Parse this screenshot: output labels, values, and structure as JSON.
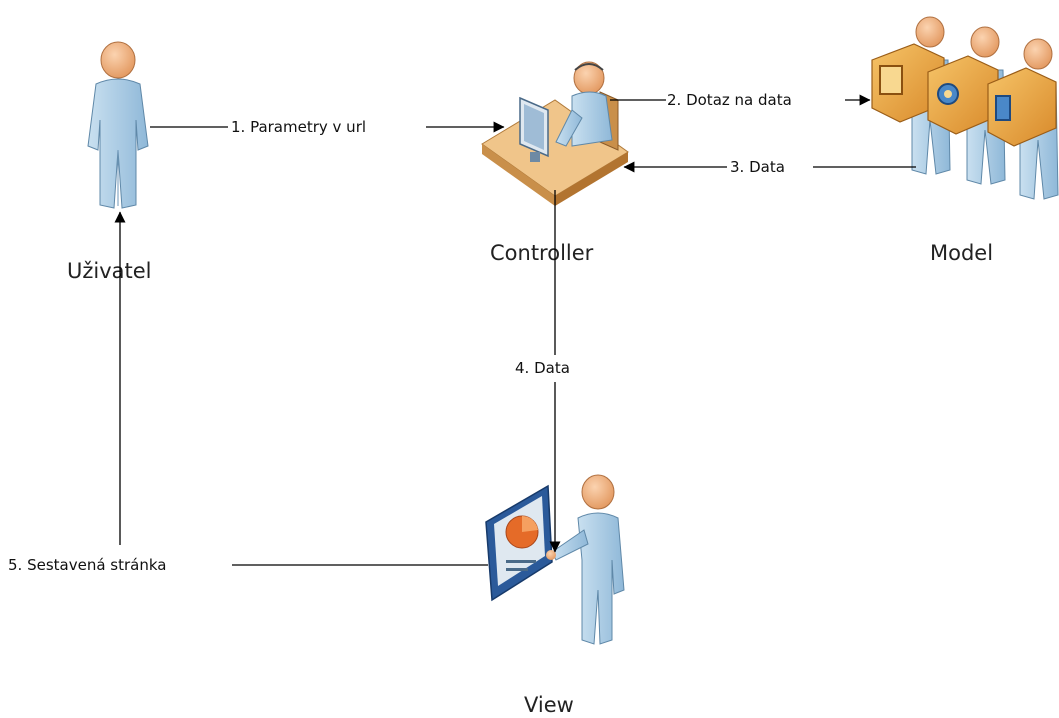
{
  "nodes": {
    "user": "Uživatel",
    "controller": "Controller",
    "model": "Model",
    "view": "View"
  },
  "edges": {
    "e1": "1. Parametry v url",
    "e2": "2. Dotaz na data",
    "e3": "3. Data",
    "e4": "4. Data",
    "e5": "5. Sestavená stránka"
  },
  "colors": {
    "person_body": "#a9cbe3",
    "person_head": "#f2b98c",
    "desk": "#f0c58a",
    "box": "#e8a842",
    "screen": "#2b5a9a",
    "pie": "#e56b28"
  },
  "icons": {
    "user": "person-icon",
    "controller": "operator-at-desk-icon",
    "model": "people-carrying-boxes-icon",
    "view": "person-presenting-screen-icon"
  }
}
